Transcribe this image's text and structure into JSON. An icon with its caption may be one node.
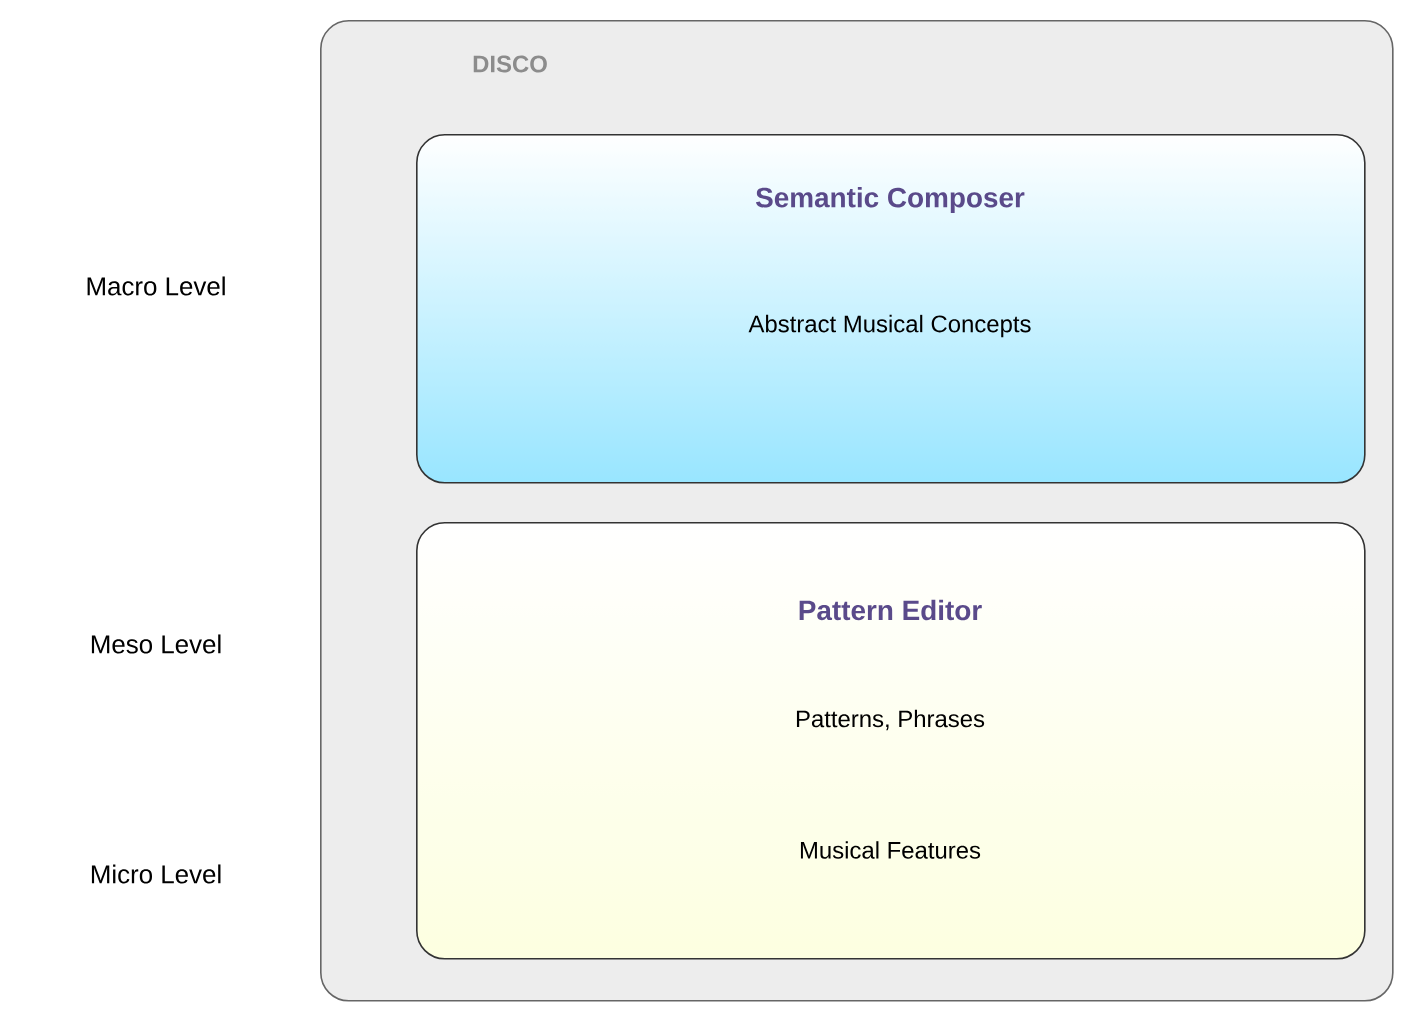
{
  "diagram": {
    "nodes": [
      {
        "text": [
          "DISCO"
        ]
      },
      {
        "text": [
          "Semantic Composer",
          "Abstract Musical Concepts"
        ],
        "in": 0
      },
      {
        "text": [
          "Pattern Editor",
          "Patterns, Phrases",
          "Musical Features"
        ],
        "in": 0
      }
    ],
    "labels": [
      "Macro Level",
      "Meso Level",
      "Micro Level"
    ]
  }
}
